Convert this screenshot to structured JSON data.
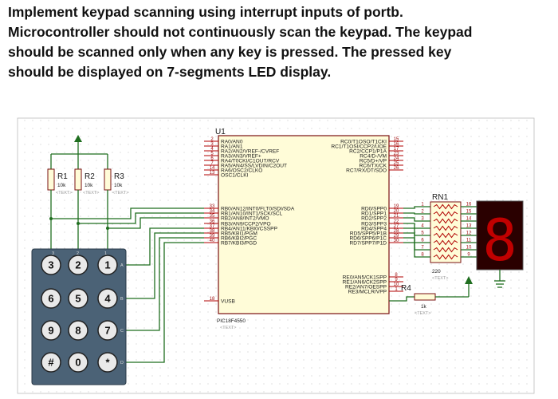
{
  "question": {
    "lines": [
      "Implement keypad scanning using interrupt inputs of portb.",
      "Microcontroller should not continuously scan the keypad. The keypad",
      "should be scanned only when any key is pressed. The pressed key",
      "should be displayed on 7-segments LED display."
    ]
  },
  "schematic": {
    "mcu": {
      "ref": "U1",
      "part": "PIC18F4550",
      "part_text": "<TEXT>",
      "pins_left": [
        {
          "num": "2",
          "label": "RA0/AN0"
        },
        {
          "num": "3",
          "label": "RA1/AN1"
        },
        {
          "num": "4",
          "label": "RA2/AN2/VREF-/CVREF"
        },
        {
          "num": "5",
          "label": "RA3/AN3/VREF+"
        },
        {
          "num": "6",
          "label": "RA4/T0CKI/C1OUT/RCV"
        },
        {
          "num": "7",
          "label": "RA5/AN4/SS/LVDIN/C2OUT"
        },
        {
          "num": "14",
          "label": "RA6/OSC2/CLKO"
        },
        {
          "num": "13",
          "label": "OSC1/CLKI"
        },
        {
          "num": "33",
          "label": "RB0/AN12/INT0/FLT0/SDI/SDA"
        },
        {
          "num": "34",
          "label": "RB1/AN10/INT1/SCK/SCL"
        },
        {
          "num": "35",
          "label": "RB2/AN8/INT2/VMO"
        },
        {
          "num": "36",
          "label": "RB3/AN9/CCP2/VPO"
        },
        {
          "num": "37",
          "label": "RB4/AN11/KBI0/CSSPP"
        },
        {
          "num": "38",
          "label": "RB5/KBI1/PGM"
        },
        {
          "num": "39",
          "label": "RB6/KBI2/PGC"
        },
        {
          "num": "40",
          "label": "RB7/KBI3/PGD"
        },
        {
          "num": "18",
          "label": "VUSB"
        }
      ],
      "pins_right": [
        {
          "num": "15",
          "label": "RC0/T1OSO/T1CKI"
        },
        {
          "num": "16",
          "label": "RC1/T1OSI/CCP2/UOE"
        },
        {
          "num": "17",
          "label": "RC2/CCP1/P1A"
        },
        {
          "num": "23",
          "label": "RC4/D-/VM"
        },
        {
          "num": "24",
          "label": "RC5/D+/VP"
        },
        {
          "num": "25",
          "label": "RC6/TX/CK"
        },
        {
          "num": "26",
          "label": "RC7/RX/DT/SDO"
        },
        {
          "num": "19",
          "label": "RD0/SPP0"
        },
        {
          "num": "20",
          "label": "RD1/SPP1"
        },
        {
          "num": "21",
          "label": "RD2/SPP2"
        },
        {
          "num": "22",
          "label": "RD3/SPP3"
        },
        {
          "num": "27",
          "label": "RD4/SPP4"
        },
        {
          "num": "28",
          "label": "RD5/SPP5/P1B"
        },
        {
          "num": "29",
          "label": "RD6/SPP6/P1C"
        },
        {
          "num": "30",
          "label": "RD7/SPP7/P1D"
        },
        {
          "num": "8",
          "label": "RE0/AN5/CK1SPP"
        },
        {
          "num": "9",
          "label": "RE1/AN6/CK2SPP"
        },
        {
          "num": "10",
          "label": "RE2/AN7/OESPP"
        },
        {
          "num": "1",
          "label": "RE3/MCLR/VPP"
        }
      ]
    },
    "resistors": [
      {
        "ref": "R1",
        "value": "10k",
        "text": "<TEXT>"
      },
      {
        "ref": "R2",
        "value": "10k",
        "text": "<TEXT>"
      },
      {
        "ref": "R3",
        "value": "10k",
        "text": "<TEXT>"
      }
    ],
    "rn1": {
      "ref": "RN1",
      "left_pins": [
        "1",
        "2",
        "3",
        "4",
        "5",
        "6",
        "7",
        "8"
      ],
      "right_pins": [
        "16",
        "15",
        "14",
        "13",
        "12",
        "11",
        "10",
        "9"
      ],
      "value": "220",
      "text": "<TEXT>"
    },
    "r4": {
      "ref": "R4",
      "value": "1k",
      "text": "<TEXT>"
    },
    "keypad": {
      "keys": [
        [
          "3",
          "2",
          "1"
        ],
        [
          "6",
          "5",
          "4"
        ],
        [
          "9",
          "8",
          "7"
        ],
        [
          "#",
          "0",
          "*"
        ]
      ],
      "rows": [
        "A",
        "B",
        "C",
        "D"
      ],
      "cols": [
        "3",
        "2",
        "1"
      ]
    },
    "display": {
      "digit": "8"
    }
  }
}
